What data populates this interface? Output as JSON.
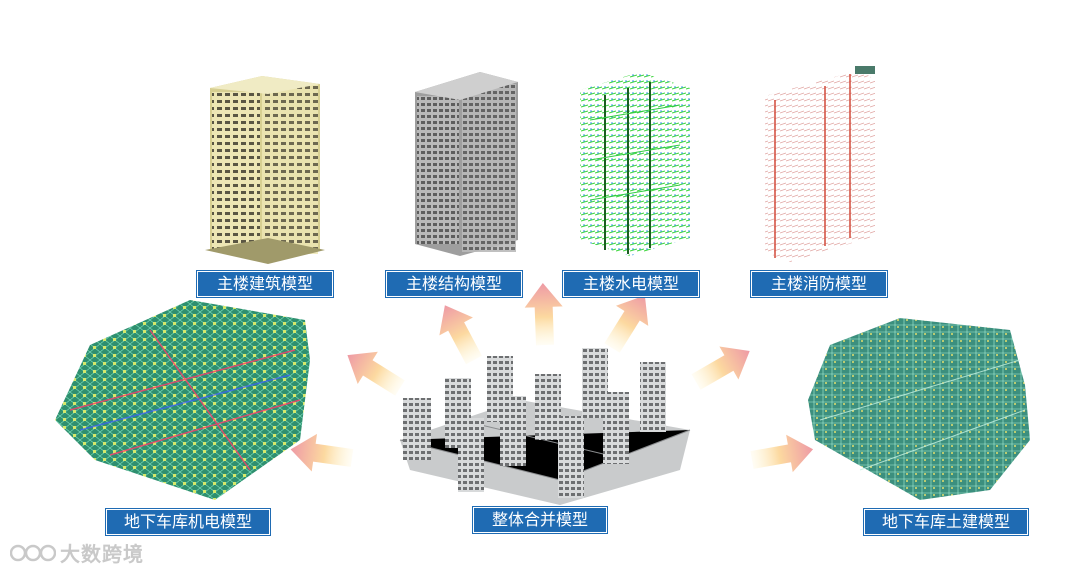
{
  "labels": {
    "main_arch": "主楼建筑模型",
    "main_struct": "主楼结构模型",
    "main_mep": "主楼水电模型",
    "main_fire": "主楼消防模型",
    "garage_mep": "地下车库机电模型",
    "merged": "整体合并模型",
    "garage_civil": "地下车库土建模型"
  },
  "watermark": {
    "text": "大数跨境"
  },
  "colors": {
    "label_bg": "#1f6bb3",
    "arrow_start": "#fde8b0",
    "arrow_end": "#f0a3a8",
    "arch_fill": "#e9e1a9",
    "struct_fill": "#8a8a8a",
    "mep_green": "#3ad63a",
    "fire_red": "#d24a3a"
  }
}
